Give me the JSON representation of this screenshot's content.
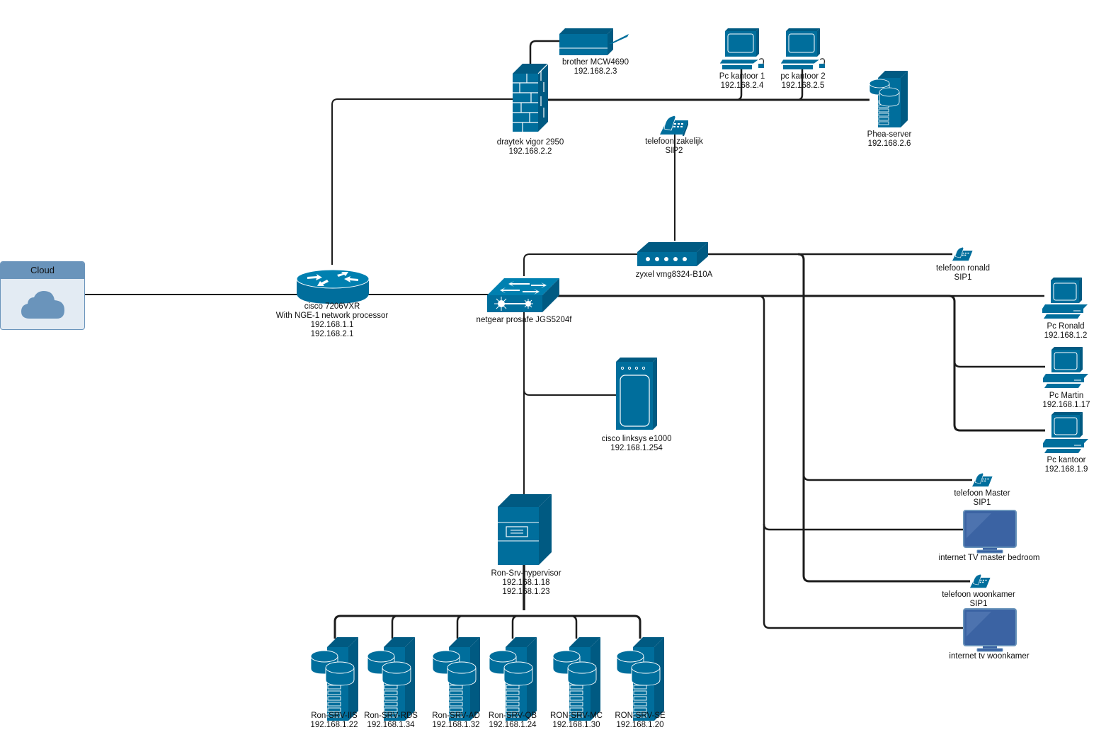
{
  "diagram": {
    "title": "Home / office network diagram",
    "colors": {
      "device": "#006e9c",
      "device_dark": "#005a82",
      "device_light": "#ffffff",
      "cloud_header": "#6a94bb",
      "cloud_body": "#e3ebf3",
      "tv_screen": "#3b63a3",
      "wire": "#1c1c1c"
    },
    "cloud": {
      "title": "Cloud",
      "icon": "cloud-icon"
    },
    "router": {
      "icon": "router-icon",
      "lines": [
        "cisco 7206VXR",
        "With NGE-1 network processor",
        "192.168.1.1",
        "192.168.2.1"
      ]
    },
    "firewall": {
      "icon": "firewall-icon",
      "lines": [
        "draytek vigor 2950",
        "192.168.2.2"
      ]
    },
    "printer": {
      "icon": "printer-icon",
      "lines": [
        "brother MCW4690",
        "192.168.2.3"
      ]
    },
    "office_pcs": [
      {
        "icon": "pc-icon",
        "lines": [
          "Pc kantoor 1",
          "192.168.2.4"
        ]
      },
      {
        "icon": "pc-icon",
        "lines": [
          "pc kantoor 2",
          "192.168.2.5"
        ]
      }
    ],
    "phea_server": {
      "icon": "database-server-icon",
      "lines": [
        "Phea-server",
        "192.168.2.6"
      ]
    },
    "phone_business": {
      "icon": "ip-phone-icon",
      "lines": [
        "telefoon zakelijk",
        "SIP2"
      ]
    },
    "modem": {
      "icon": "modem-icon",
      "lines": [
        "zyxel vmg8324-B10A"
      ]
    },
    "switch": {
      "icon": "switch-icon",
      "lines": [
        "netgear prosafe JGS5204f"
      ]
    },
    "access_point": {
      "icon": "wireless-router-icon",
      "lines": [
        "cisco linksys e1000",
        "192.168.1.254"
      ]
    },
    "hypervisor": {
      "icon": "server-tower-icon",
      "lines": [
        "Ron-Srv-hypervisor",
        "192.168.1.18",
        "192.168.1.23"
      ]
    },
    "vms": [
      {
        "icon": "database-server-icon",
        "lines": [
          "Ron-SRV-IIS",
          "192.168.1.22"
        ]
      },
      {
        "icon": "database-server-icon",
        "lines": [
          "Ron-SRV-RDS",
          "192.168.1.34"
        ]
      },
      {
        "icon": "database-server-icon",
        "lines": [
          "Ron-SRV-AD",
          "192.168.1.32"
        ]
      },
      {
        "icon": "database-server-icon",
        "lines": [
          "Ron-SRV-QB",
          "192.168.1.24"
        ]
      },
      {
        "icon": "database-server-icon",
        "lines": [
          "RON-SRV-MC",
          "192.168.1.30"
        ]
      },
      {
        "icon": "database-server-icon",
        "lines": [
          "RON-SRV-SE",
          "192.168.1.20"
        ]
      }
    ],
    "home_phones": [
      {
        "icon": "ip-phone-icon",
        "lines": [
          "telefoon ronald",
          "SIP1"
        ]
      },
      {
        "icon": "ip-phone-icon",
        "lines": [
          "telefoon Master",
          "SIP1"
        ]
      },
      {
        "icon": "ip-phone-icon",
        "lines": [
          "telefoon woonkamer",
          "SIP1"
        ]
      }
    ],
    "home_pcs": [
      {
        "icon": "pc-icon",
        "lines": [
          "Pc Ronald",
          "192.168.1.2"
        ]
      },
      {
        "icon": "pc-icon",
        "lines": [
          "Pc Martin",
          "192.168.1.17"
        ]
      },
      {
        "icon": "pc-icon",
        "lines": [
          "Pc kantoor",
          "192.168.1.9"
        ]
      }
    ],
    "tvs": [
      {
        "icon": "tv-icon",
        "lines": [
          "internet TV master bedroom"
        ]
      },
      {
        "icon": "tv-icon",
        "lines": [
          "internet tv woonkamer"
        ]
      }
    ]
  }
}
